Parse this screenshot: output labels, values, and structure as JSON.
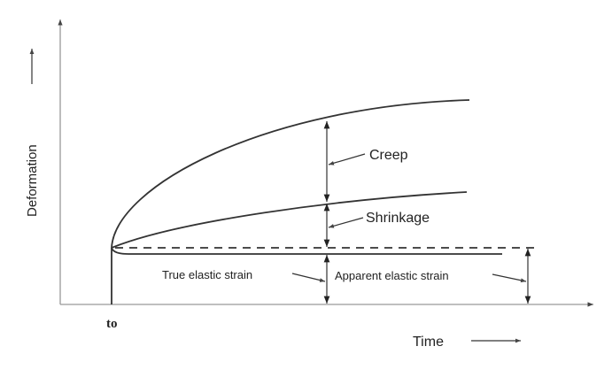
{
  "axes": {
    "y_label": "Deformation",
    "x_label": "Time",
    "t0_label": "to"
  },
  "labels": {
    "creep": "Creep",
    "shrinkage": "Shrinkage",
    "true_elastic": "True elastic strain",
    "apparent_elastic": "Apparent elastic strain"
  }
}
